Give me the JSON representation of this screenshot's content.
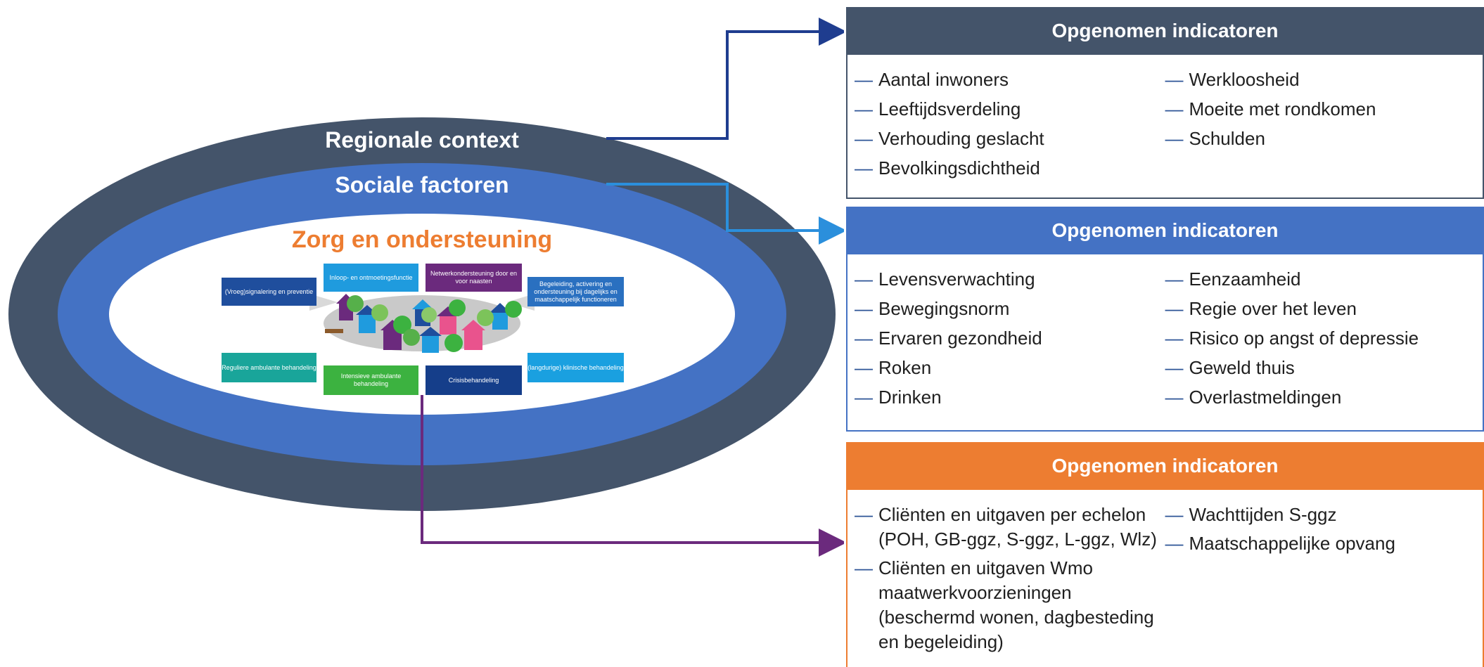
{
  "ellipse": {
    "outer_label": "Regionale context",
    "middle_label": "Sociale factoren",
    "inner_label": "Zorg en ondersteuning",
    "colors": {
      "outer": "#44546a",
      "middle": "#4472c4",
      "inner": "#ffffff",
      "inner_text": "#ed7d31"
    }
  },
  "tiles": [
    {
      "label": "(Vroeg)signalering en preventie",
      "color": "#1f4e9d"
    },
    {
      "label": "Inloop- en ontmoetingsfunctie",
      "color": "#1f9bde"
    },
    {
      "label": "Netwerkondersteuning door en voor naasten",
      "color": "#6b2a7d"
    },
    {
      "label": "Begeleiding, activering en ondersteuning bij dagelijks en maatschappelijk functioneren",
      "color": "#2a70c0"
    },
    {
      "label": "Reguliere ambulante behandeling",
      "color": "#19a59a"
    },
    {
      "label": "Intensieve ambulante behandeling",
      "color": "#3cb240"
    },
    {
      "label": "Crisisbehandeling",
      "color": "#153e8a"
    },
    {
      "label": "(langdurige) klinische behandeling",
      "color": "#1aa0e0"
    }
  ],
  "panels": [
    {
      "header": "Opgenomen indicatoren",
      "color": "#44546a",
      "left": [
        "Aantal inwoners",
        "Leeftijdsverdeling",
        "Verhouding geslacht",
        "Bevolkingsdichtheid"
      ],
      "right": [
        "Werkloosheid",
        "Moeite met rondkomen",
        "Schulden"
      ]
    },
    {
      "header": "Opgenomen indicatoren",
      "color": "#4472c4",
      "left": [
        "Levensverwachting",
        "Bewegingsnorm",
        "Ervaren gezondheid",
        "Roken",
        "Drinken"
      ],
      "right": [
        "Eenzaamheid",
        "Regie over het leven",
        "Risico op angst of depressie",
        "Geweld thuis",
        "Overlastmeldingen"
      ]
    },
    {
      "header": "Opgenomen indicatoren",
      "color": "#ed7d31",
      "left": [
        "Cliënten en uitgaven per echelon (POH, GB-ggz, S-ggz, L-ggz, Wlz)",
        "Cliënten en uitgaven Wmo maatwerkvoorzieningen (beschermd wonen, dagbesteding en begeleiding)"
      ],
      "right": [
        "Wachttijden S-ggz",
        "Maatschappelijke opvang"
      ]
    }
  ],
  "dash": "—",
  "arrow_colors": [
    "#1f3d8f",
    "#2b8fdc",
    "#6b2a7d"
  ]
}
